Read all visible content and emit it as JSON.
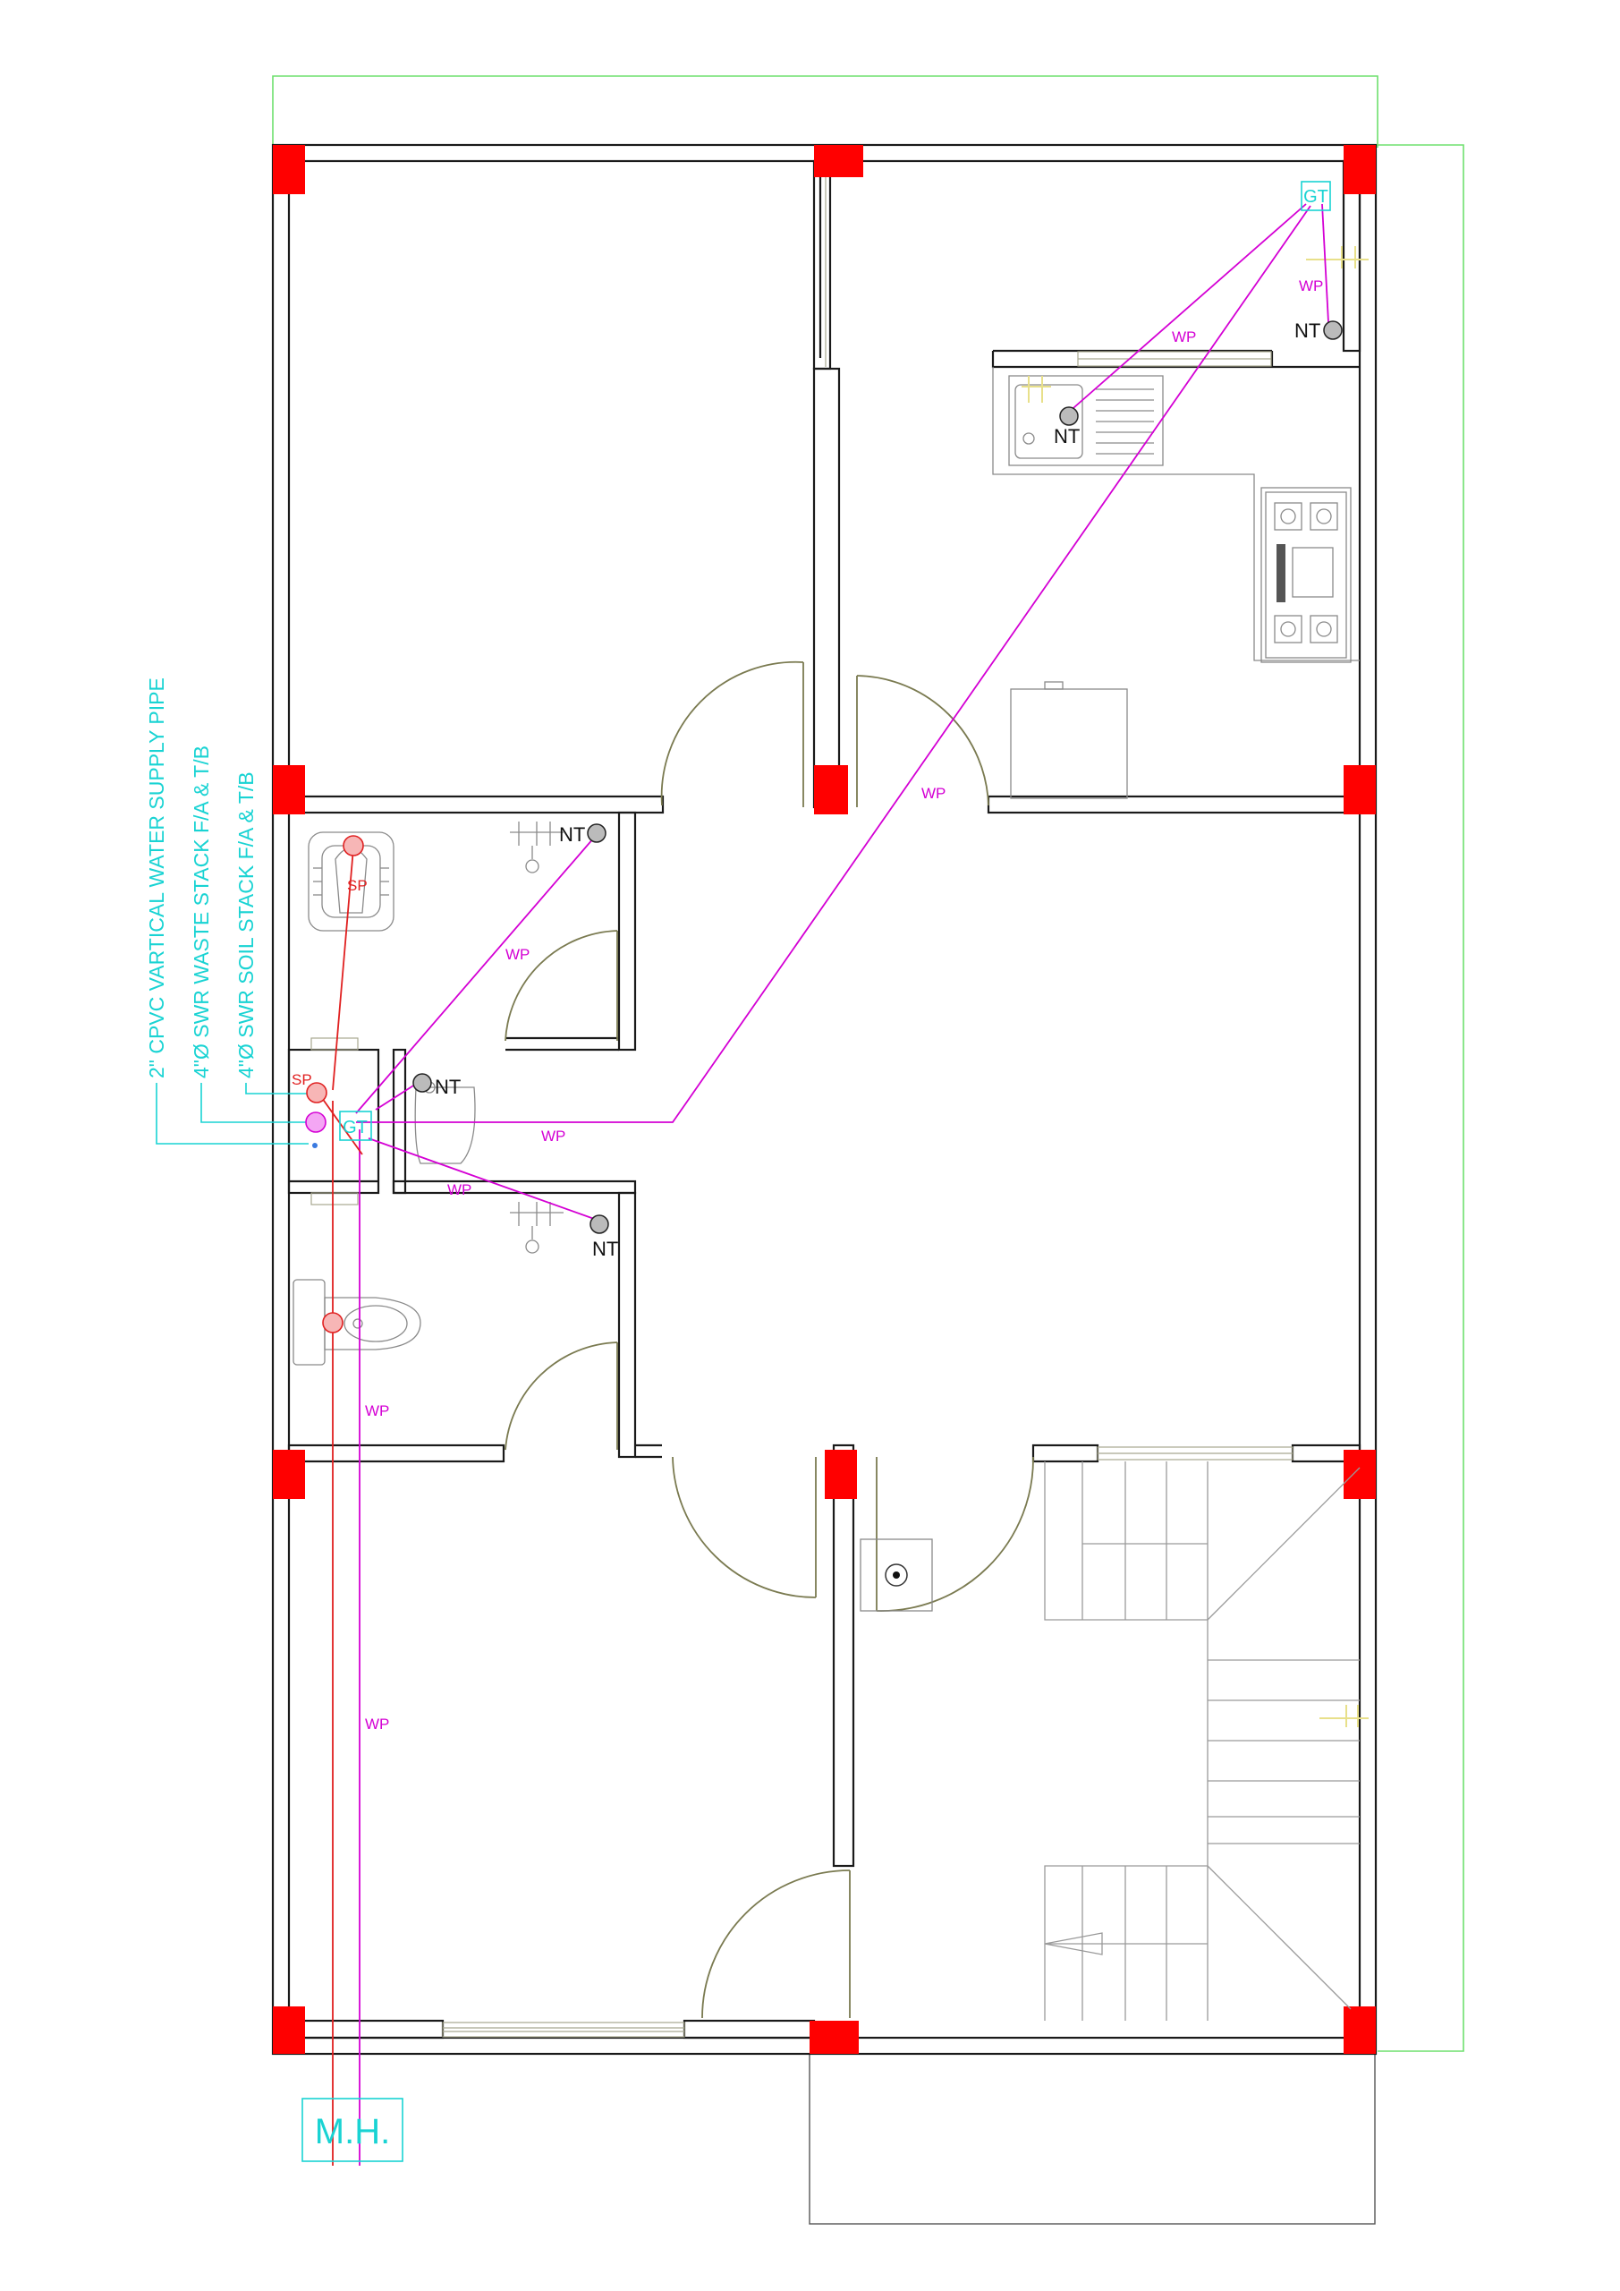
{
  "legend": {
    "items": [
      "2\" CPVC VARTICAL WATER SUPPLY PIPE",
      "4\"Ø SWR WASTE STACK F/A & T/B",
      "4\"Ø SWR SOIL STACK F/A & T/B"
    ]
  },
  "labels": {
    "wp": "WP",
    "nt": "NT",
    "sp": "SP",
    "gt": "GT",
    "manhole": "M.H."
  },
  "colors": {
    "column": "#ff0000",
    "water_pipe": "#d400d4",
    "soil_pipe": "#e02020",
    "annotation": "#19d3d3",
    "outline": "#6ee06e"
  }
}
